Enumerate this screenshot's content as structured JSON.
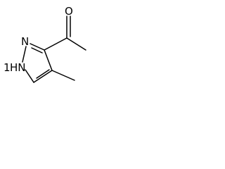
{
  "molecule": {
    "atoms": {
      "nh": {
        "label": "HN",
        "label_sub": "1"
      },
      "n": {
        "label": "N"
      },
      "o": {
        "label": "O"
      }
    },
    "colors": {
      "bond": "#000000",
      "label": "#000000",
      "background": "#ffffff"
    }
  }
}
